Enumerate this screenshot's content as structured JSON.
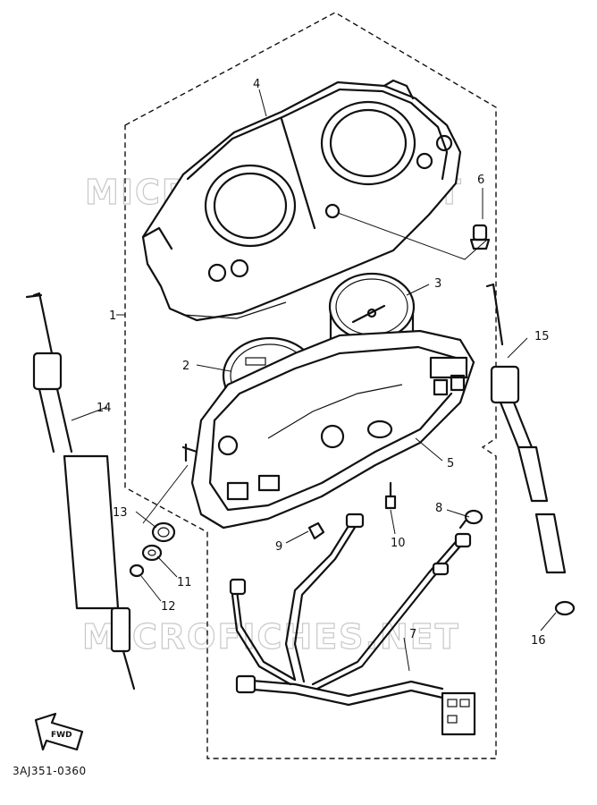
{
  "watermark": "MICROFICHES.NET",
  "drawing_code": "3AJ351-0360",
  "fwd_label": "FWD",
  "callouts": [
    "1",
    "2",
    "3",
    "4",
    "5",
    "6",
    "7",
    "8",
    "9",
    "10",
    "11",
    "12",
    "13",
    "14",
    "15",
    "16"
  ]
}
